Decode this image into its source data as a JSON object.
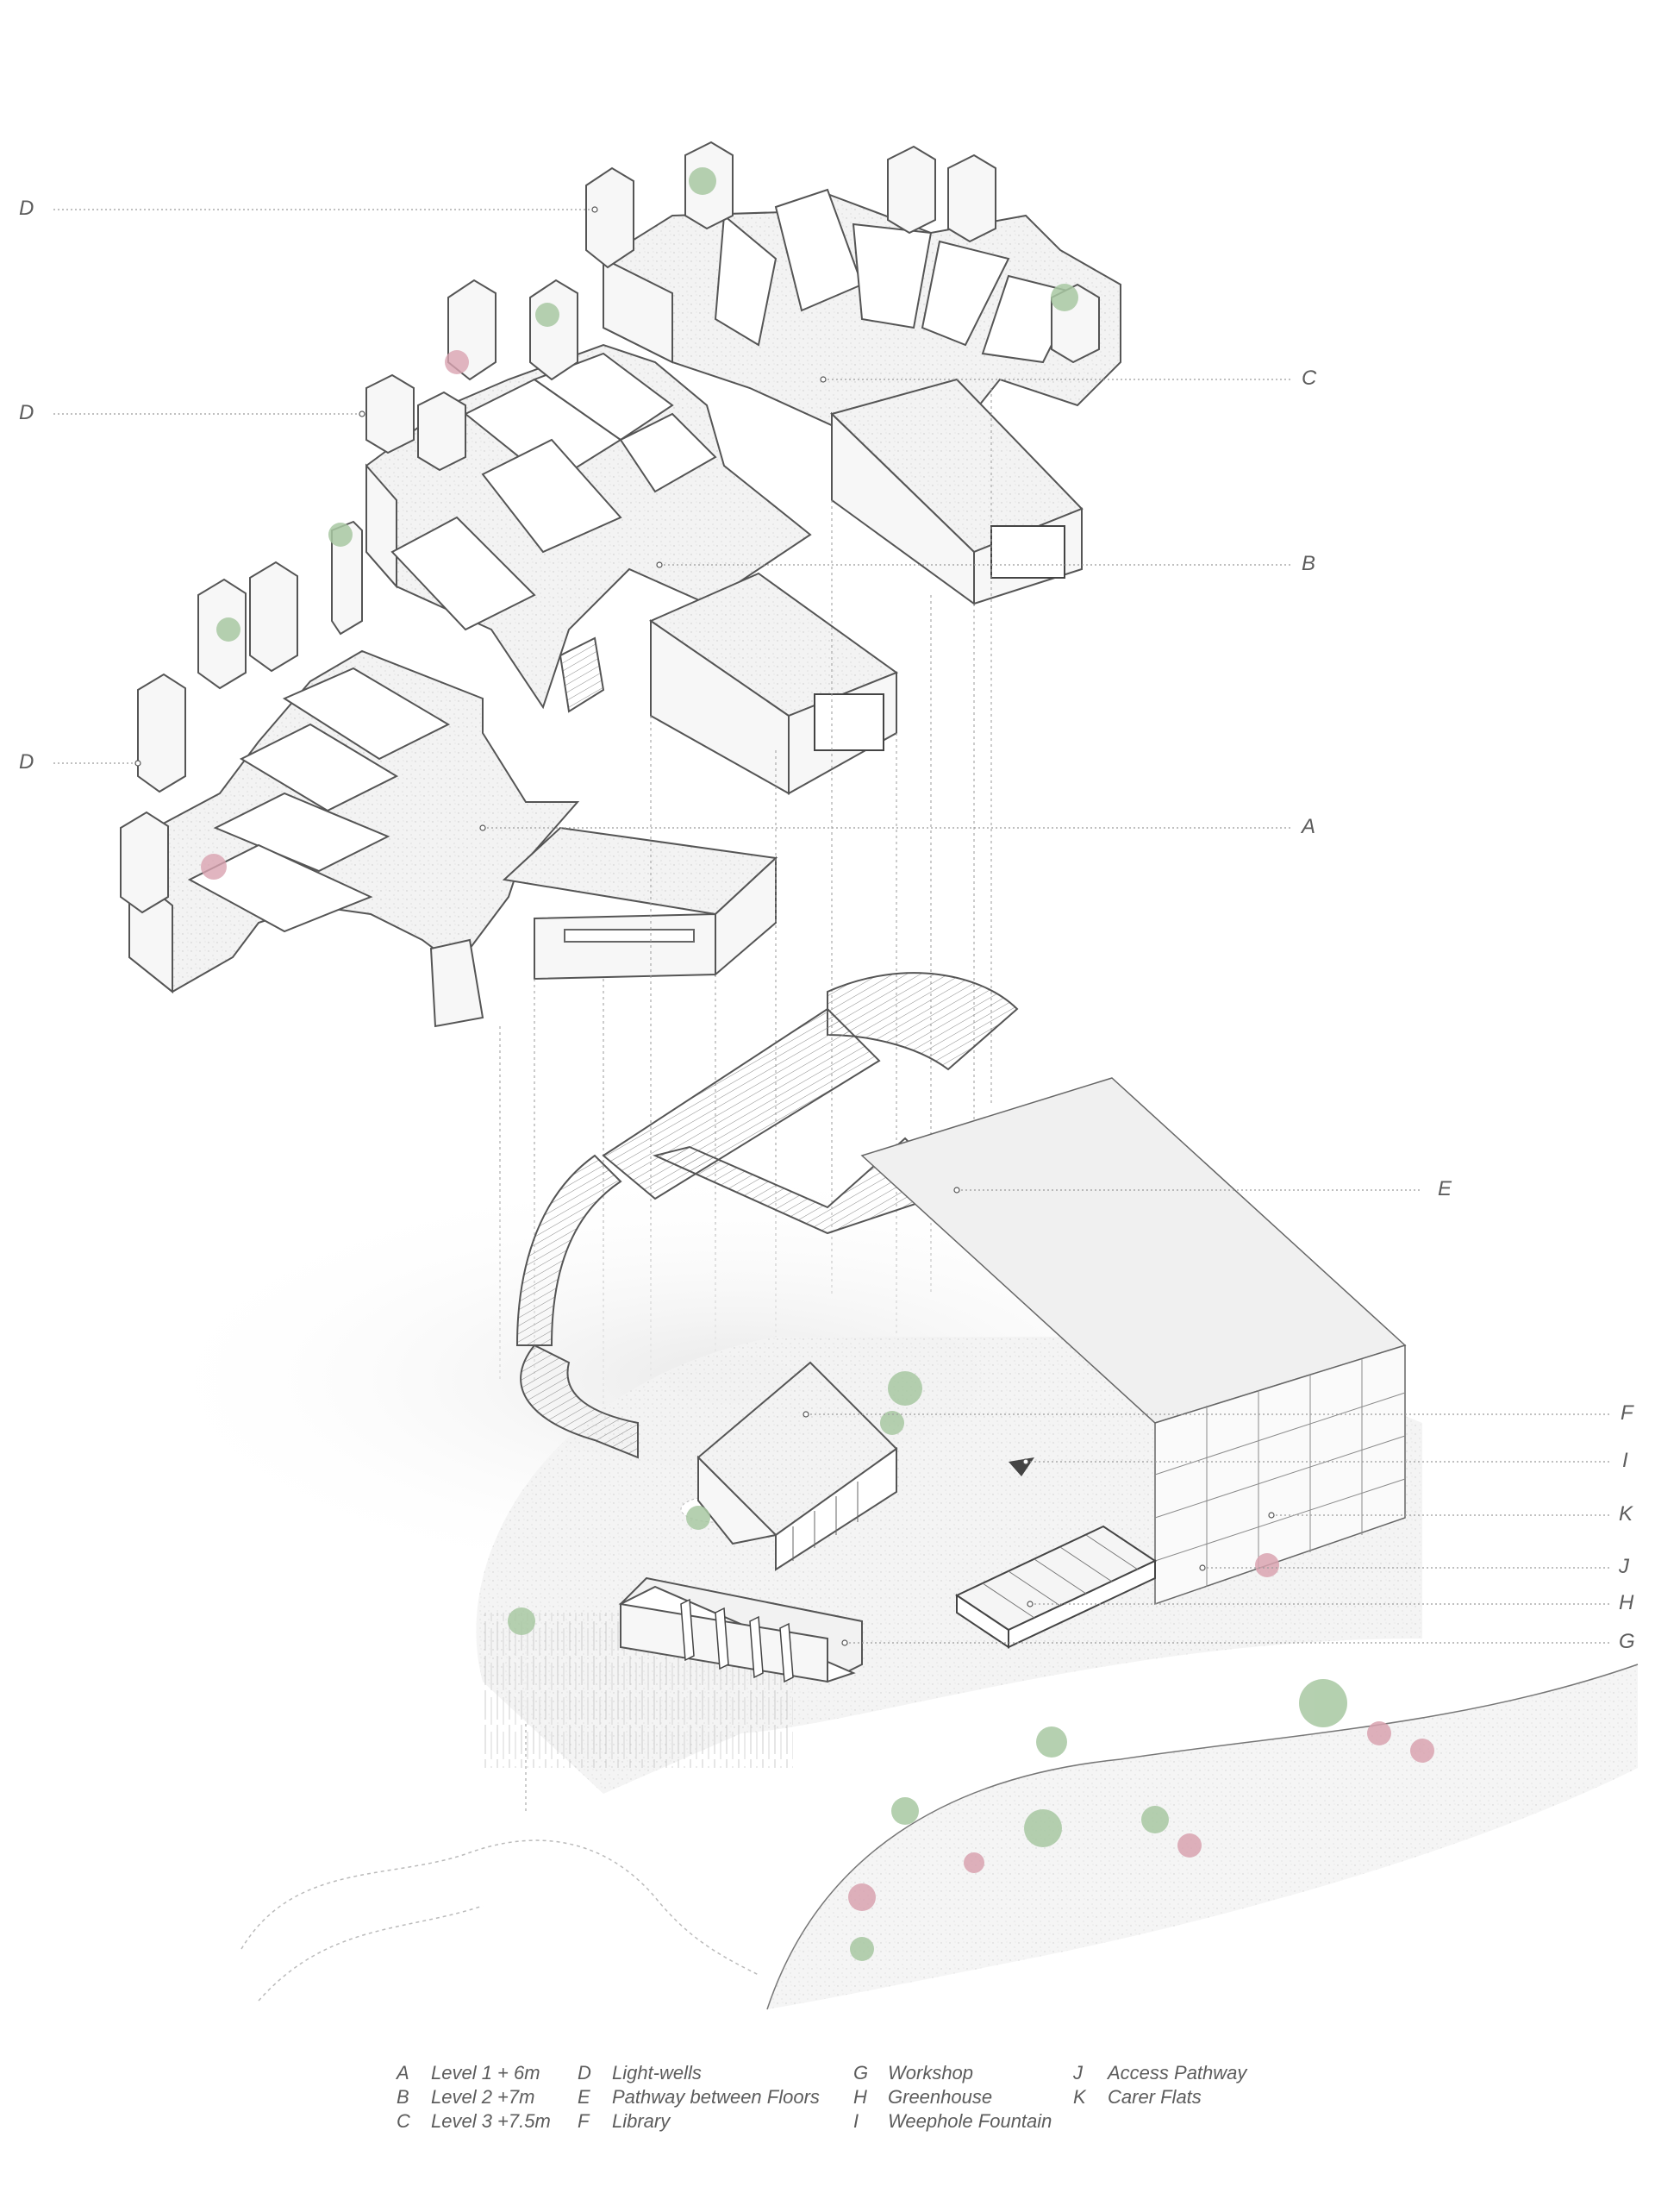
{
  "callouts": {
    "A": "A",
    "B": "B",
    "C": "C",
    "D1": "D",
    "D2": "D",
    "D3": "D",
    "E": "E",
    "F": "F",
    "G": "G",
    "H": "H",
    "I": "I",
    "J": "J",
    "K": "K"
  },
  "legend": {
    "col1": [
      {
        "key": "A",
        "label": "Level 1 + 6m"
      },
      {
        "key": "B",
        "label": "Level 2 +7m"
      },
      {
        "key": "C",
        "label": "Level 3 +7.5m"
      }
    ],
    "col2": [
      {
        "key": "D",
        "label": "Light-wells"
      },
      {
        "key": "E",
        "label": "Pathway between Floors"
      },
      {
        "key": "F",
        "label": "Library"
      }
    ],
    "col3": [
      {
        "key": "G",
        "label": "Workshop"
      },
      {
        "key": "H",
        "label": "Greenhouse"
      },
      {
        "key": "I",
        "label": "Weephole Fountain"
      }
    ],
    "col4": [
      {
        "key": "J",
        "label": "Access Pathway"
      },
      {
        "key": "K",
        "label": "Carer Flats"
      }
    ]
  },
  "colors": {
    "line": "#6b6b6b",
    "leader": "#9a9a9a",
    "floor_fill": "#efefef",
    "wall_fill": "#f7f7f7",
    "ground_fill": "#ececec",
    "plant_green": "#8fb48a",
    "plant_pink": "#d9a3b0"
  }
}
